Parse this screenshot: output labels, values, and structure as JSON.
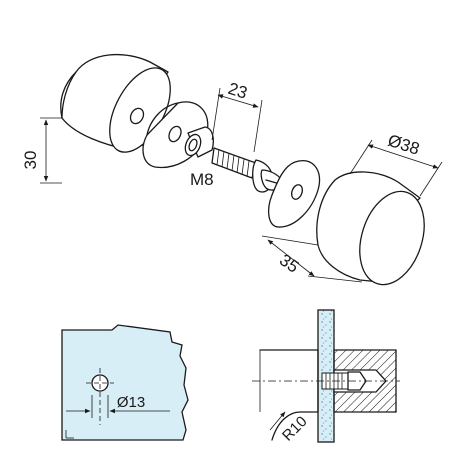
{
  "dimensions": {
    "height": "30",
    "length": "23",
    "thread": "M8",
    "diameter": "Ø38",
    "depth": "35",
    "hole": "Ø13",
    "radius": "R10"
  },
  "colors": {
    "line": "#1a1a1a",
    "glass_fill": "#d7eef6",
    "background": "#ffffff"
  }
}
